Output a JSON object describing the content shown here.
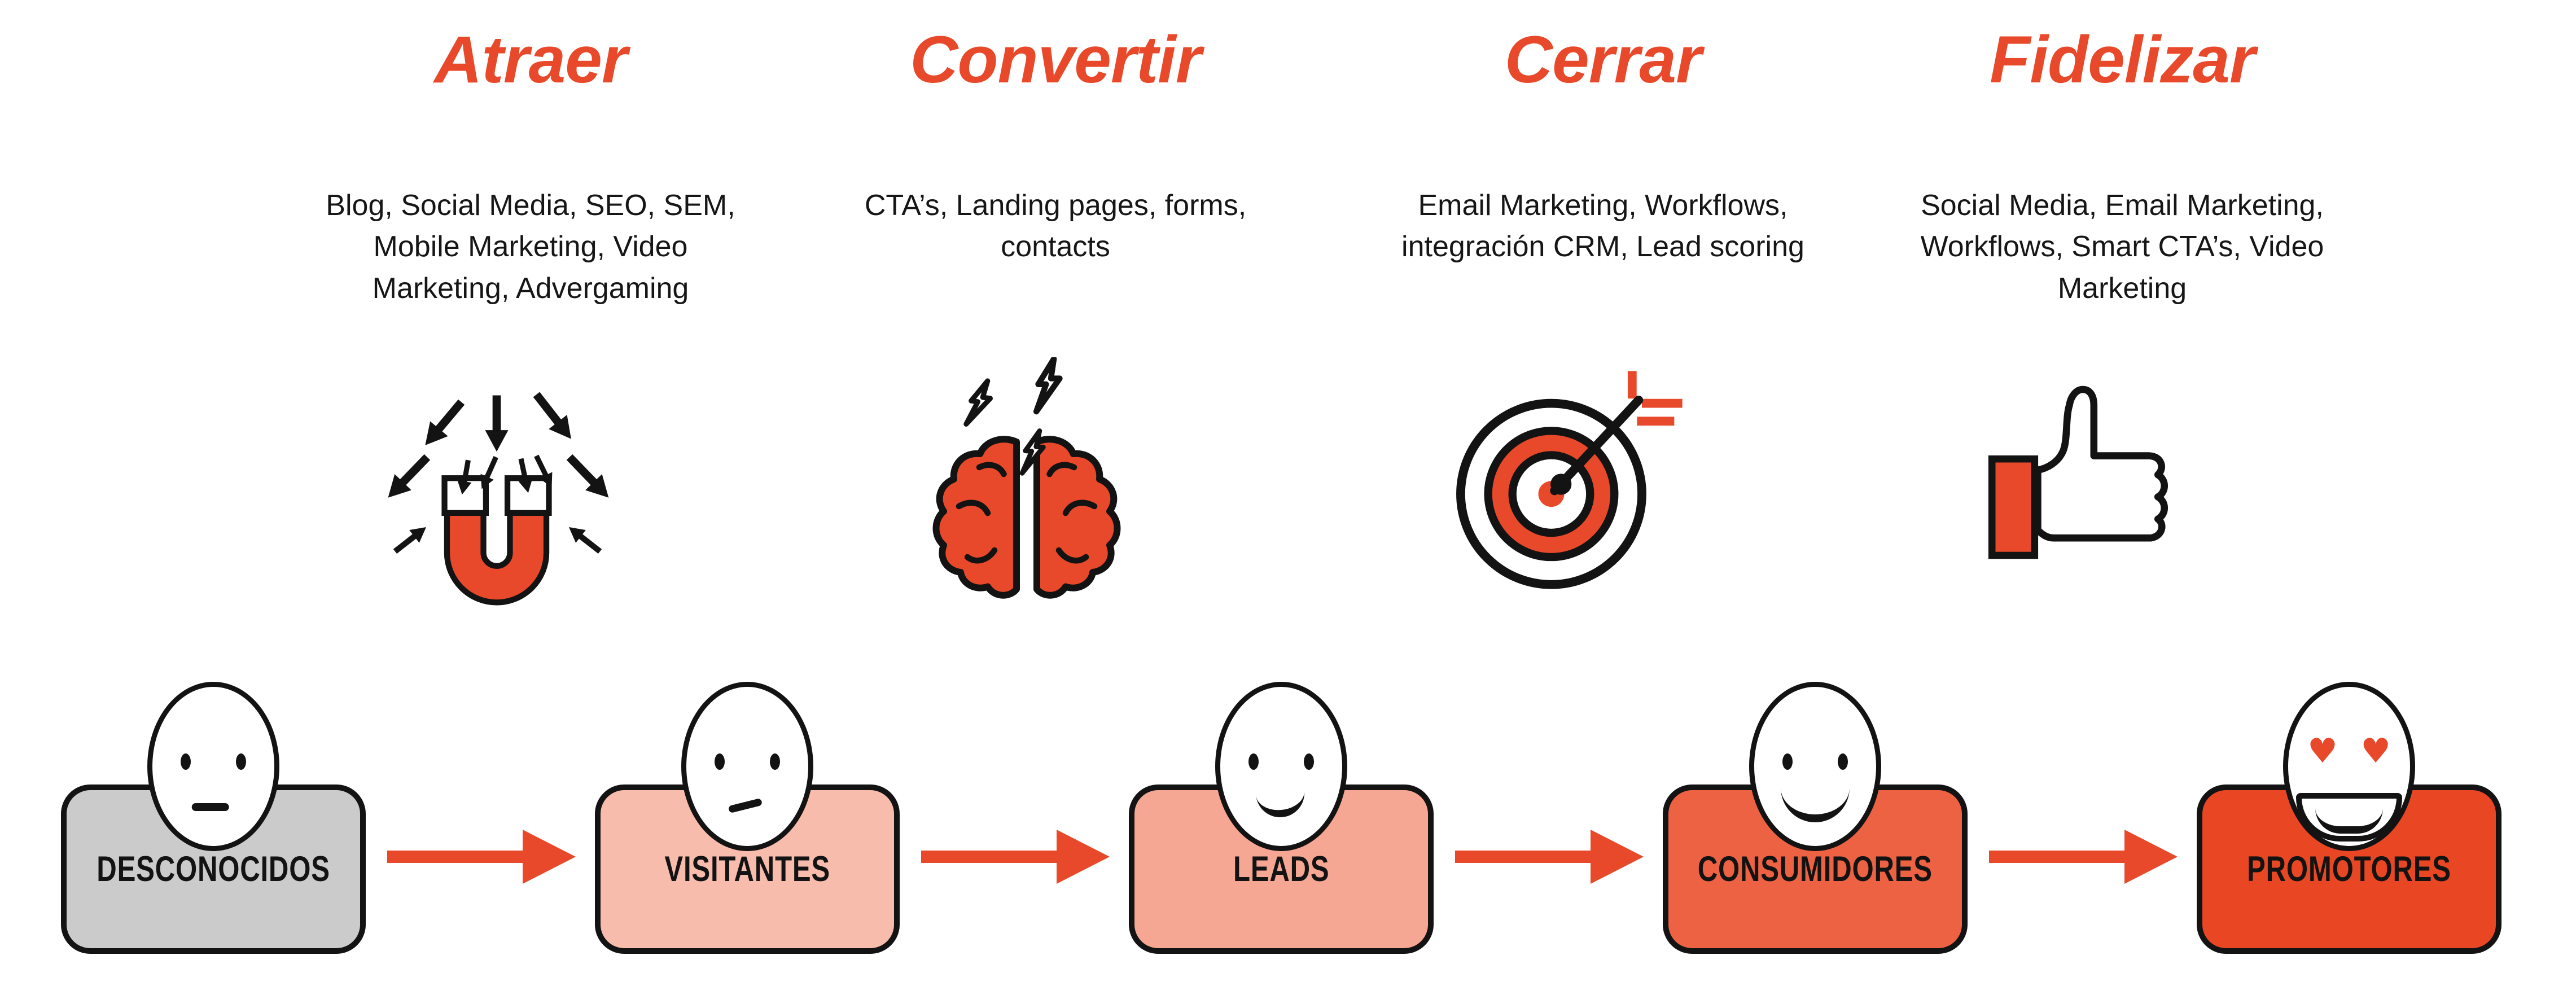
{
  "accent_color": "#E8492A",
  "ink_color": "#131313",
  "columns": [
    {
      "title": "Atraer",
      "icon": "magnet-icon",
      "description": "Blog, Social Media, SEO, SEM,\nMobile Marketing, Video\nMarketing, Advergaming"
    },
    {
      "title": "Convertir",
      "icon": "brain-icon",
      "description": "CTA’s, Landing pages, forms,\ncontacts"
    },
    {
      "title": "Cerrar",
      "icon": "target-icon",
      "description": "Email Marketing, Workflows,\nintegración CRM, Lead scoring"
    },
    {
      "title": "Fidelizar",
      "icon": "thumbs-up-icon",
      "description": "Social Media, Email Marketing,\nWorkflows, Smart CTA’s, Video\nMarketing"
    }
  ],
  "stages": [
    {
      "label": "DESCONOCIDOS",
      "box_color": "#CBCBCB",
      "expression": "neutral-face"
    },
    {
      "label": "VISITANTES",
      "box_color": "#F8BCAC",
      "expression": "skeptical-face"
    },
    {
      "label": "LEADS",
      "box_color": "#F5A794",
      "expression": "half-smile-face"
    },
    {
      "label": "CONSUMIDORES",
      "box_color": "#ED6243",
      "expression": "smile-face"
    },
    {
      "label": "PROMOTORES",
      "box_color": "#E94723",
      "expression": "heart-eyes-face"
    }
  ]
}
